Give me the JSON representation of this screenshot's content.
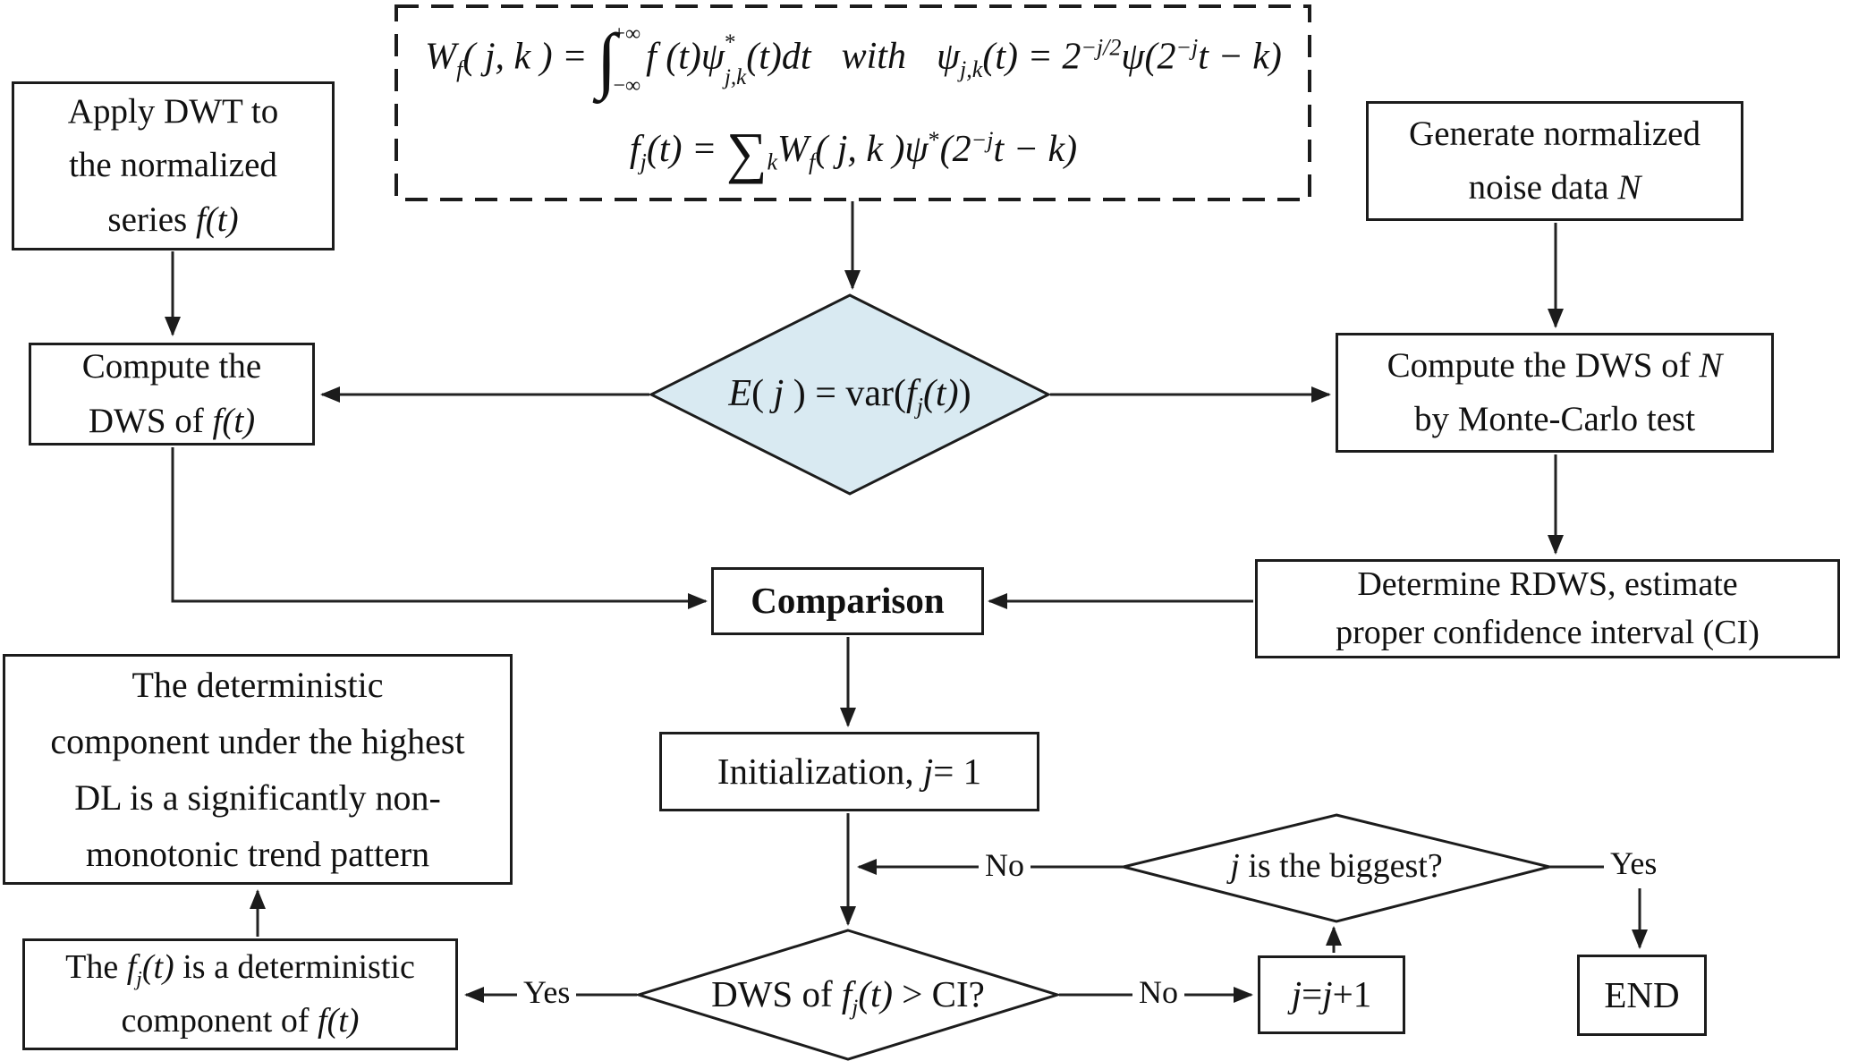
{
  "colors": {
    "diamond_fill": "#d9eaf2",
    "shape_stroke": "#1c1c1c",
    "background": "#ffffff"
  },
  "formula": {
    "l1": {
      "W": "W",
      "Wsub": "f",
      "args": "( j, k ) = ",
      "integral": "∫",
      "upper": "+∞",
      "lower": "−∞",
      "mid1": "f (t)ψ",
      "psisub": "j,k",
      "star": "*",
      "mid2": "(t)dt",
      "with": "with",
      "psi": "ψ",
      "psisub2": "j,k",
      "mid3": "(t) = 2",
      "exp1": "−j/2",
      "mid4": "ψ(2",
      "exp2": "−j",
      "tail": "t − k)"
    },
    "l2": {
      "f": "f",
      "fsub": "j",
      "eq": "(t) = ",
      "sum": "∑",
      "sumsub": "k",
      "W": "W",
      "Wsub": "f",
      "mid": "( j, k )ψ",
      "star": "*",
      "mid2": "(2",
      "exp": "−j",
      "tail": "t − k)"
    }
  },
  "boxes": {
    "apply_dwt": {
      "l1": "Apply DWT to",
      "l2": "the normalized",
      "l3pre": "series ",
      "l3math": "f(t)"
    },
    "compute_dws_ft": {
      "l1": "Compute the",
      "l2pre": "DWS of ",
      "l2math": "f(t)"
    },
    "generate_noise": {
      "l1": "Generate normalized",
      "l2pre": "noise data ",
      "l2math": "N"
    },
    "compute_dws_n": {
      "l1pre": "Compute the DWS of ",
      "l1math": "N",
      "l2": "by Monte-Carlo test"
    },
    "determine_rdws": {
      "l1": "Determine RDWS, estimate",
      "l2": "proper confidence interval (CI)"
    },
    "comparison": {
      "text": "Comparison"
    },
    "initialization": {
      "pre": "Initialization, ",
      "j": "j",
      "post": "= 1"
    },
    "trend_pattern": {
      "l1": "The deterministic",
      "l2": "component under the highest",
      "l3": "DL is a significantly non-",
      "l4": "monotonic trend pattern"
    },
    "deterministic_component": {
      "l1pre": "The ",
      "f": "f",
      "fsub": "j",
      "ft": "(t)",
      "l1post": " is a deterministic",
      "l2pre": "component of ",
      "l2math": "f(t)"
    },
    "j_increment": {
      "j1": "j",
      "eq": "=",
      "j2": "j",
      "plus": "+1"
    },
    "end": {
      "text": "END"
    }
  },
  "decisions": {
    "energy": {
      "E": "E",
      "p1": "( ",
      "j": "j",
      "p2": " ) = var(",
      "f": "f",
      "fsub": "j",
      "ft": "(t)",
      "p3": ")"
    },
    "dws_ci": {
      "pre": "DWS of ",
      "f": "f",
      "fsub": "j",
      "ft": "(t)",
      "post": " > CI?"
    },
    "j_biggest": {
      "j": "j",
      "post": " is the biggest?"
    }
  },
  "edge_labels": {
    "yes_ci": "Yes",
    "no_ci": "No",
    "no_biggest": "No",
    "yes_biggest": "Yes"
  }
}
